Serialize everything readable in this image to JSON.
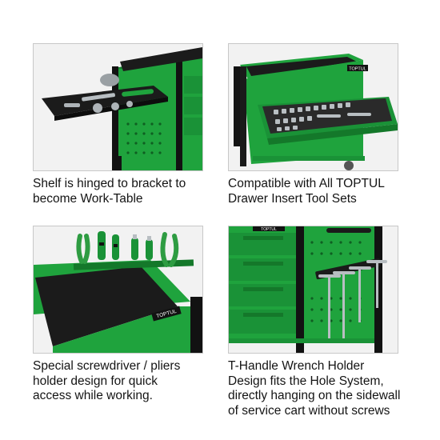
{
  "panels": [
    {
      "caption_lines": [
        "Shelf is hinged to bracket to",
        "become Work-Table"
      ]
    },
    {
      "caption_lines": [
        "Compatible with All TOPTUL",
        "Drawer Insert Tool Sets"
      ]
    },
    {
      "caption_lines": [
        "Special screwdriver / pliers",
        "holder design for quick",
        "access while working."
      ]
    },
    {
      "caption_lines": [
        "T-Handle Wrench Holder",
        "Design fits the Hole System,",
        "directly hanging on the sidewall",
        "of service cart without screws"
      ]
    }
  ],
  "brand": {
    "logo_text": "TOPTUL"
  },
  "colors": {
    "cart_green": "#1fa33d",
    "cart_green_dark": "#14782a",
    "mat_black": "#1b1b1b",
    "frame_black": "#121212",
    "tool_grey": "#9aa0a4"
  }
}
